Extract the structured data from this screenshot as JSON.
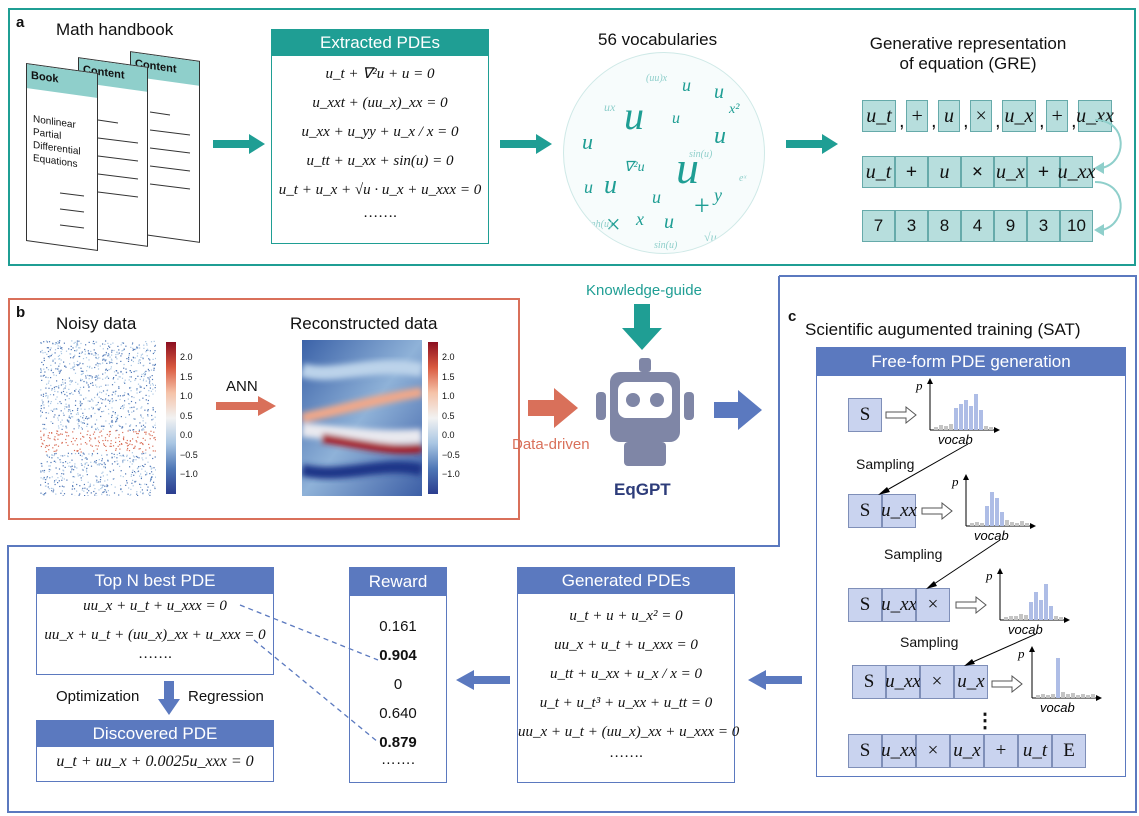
{
  "panel_a": {
    "letter": "a",
    "handbook_title": "Math handbook",
    "page_labels": [
      "Book",
      "Content",
      "Content"
    ],
    "book_text": [
      "Nonlinear Partial",
      "Differential",
      "Equations"
    ],
    "extracted_title": "Extracted PDEs",
    "extracted_eqs": [
      "u_t + ∇²u + u = 0",
      "u_xxt + (uu_x)_xx = 0",
      "u_xx + u_yy + u_x / x = 0",
      "u_tt + u_xx + sin(u) = 0",
      "u_t + u_x + √u · u_x + u_xxx = 0",
      "……."
    ],
    "vocab_title": "56 vocabularies",
    "gre_title_1": "Generative representation",
    "gre_title_2": "of equation (GRE)",
    "row1": [
      "u_t",
      ",",
      "+",
      ",",
      "u",
      ",",
      "×",
      ",",
      "u_x",
      ",",
      "+",
      ",",
      "u_xx"
    ],
    "row2": [
      "u_t",
      "+",
      "u",
      "×",
      "u_x",
      "+",
      "u_xx"
    ],
    "row3": [
      "7",
      "3",
      "8",
      "4",
      "9",
      "3",
      "10"
    ]
  },
  "panel_b": {
    "letter": "b",
    "noisy_title": "Noisy data",
    "recon_title": "Reconstructed data",
    "ann_label": "ANN",
    "colorbar_ticks": [
      "2.0",
      "1.5",
      "1.0",
      "0.5",
      "0.0",
      "−0.5",
      "−1.0"
    ],
    "colorbar_ticks2": [
      "2.0",
      "1.5",
      "1.0",
      "0.5",
      "0.0",
      "−0.5",
      "−1.0"
    ]
  },
  "center": {
    "knowledge_label": "Knowledge-guide",
    "data_label": "Data-driven",
    "model_name": "EqGPT"
  },
  "panel_c": {
    "letter": "c",
    "title": "Scientific augumented training  (SAT)",
    "free_form_title": "Free-form PDE generation",
    "sampling": [
      "Sampling",
      "Sampling",
      "Sampling"
    ],
    "p_label": "p",
    "vocab_label": "vocab",
    "seq1": [
      "S"
    ],
    "seq2": [
      "S",
      "u_xx"
    ],
    "seq3": [
      "S",
      "u_xx",
      "×"
    ],
    "seq4": [
      "S",
      "u_xx",
      "×",
      "u_x"
    ],
    "seq5": [
      "S",
      "u_xx",
      "×",
      "u_x",
      "+",
      "u_t",
      "E"
    ],
    "dots": "⋮"
  },
  "bottom": {
    "generated_title": "Generated PDEs",
    "generated_eqs": [
      "u_t + u + u_x² = 0",
      "uu_x + u_t + u_xxx = 0",
      "u_tt + u_xx + u_x / x = 0",
      "u_t + u_t³ + u_xx + u_tt = 0",
      "uu_x + u_t + (uu_x)_xx + u_xxx = 0",
      "……."
    ],
    "reward_title": "Reward",
    "rewards": [
      "0.161",
      "0.904",
      "0",
      "0.640",
      "0.879",
      "……."
    ],
    "topn_title": "Top N best PDE",
    "topn_eqs": [
      "uu_x + u_t + u_xxx = 0",
      "uu_x + u_t + (uu_x)_xx + u_xxx = 0",
      "……."
    ],
    "optimization_label": "Optimization",
    "regression_label": "Regression",
    "discovered_title": "Discovered PDE",
    "discovered_eq": "u_t + uu_x + 0.0025u_xxx = 0"
  }
}
